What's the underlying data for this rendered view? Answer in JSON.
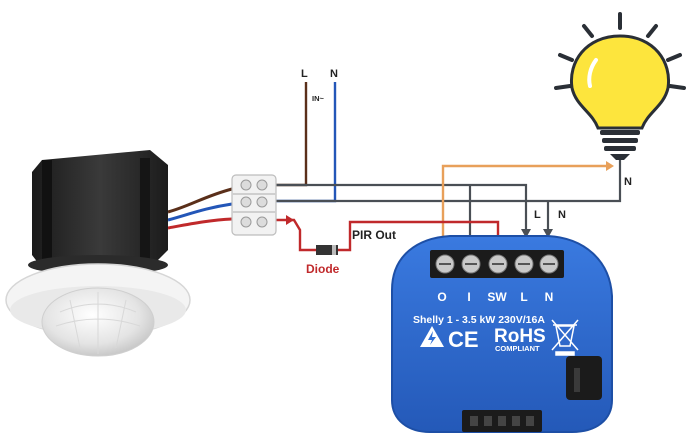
{
  "mains": {
    "l_label": "L",
    "n_label": "N",
    "supply_label": "IN~"
  },
  "lamp": {
    "n_label": "N"
  },
  "relay_feed": {
    "l_label": "L",
    "n_label": "N"
  },
  "pir": {
    "out_label": "PIR Out"
  },
  "diode": {
    "label": "Diode"
  },
  "shelly": {
    "terminals": [
      "O",
      "I",
      "SW",
      "L",
      "N"
    ],
    "rating": "Shelly 1 - 3.5 kW 230V/16A",
    "ce_mark": "CE",
    "rohs": "RoHS",
    "rohs_sub": "COMPLIANT"
  },
  "colors": {
    "live": "#5a2f1a",
    "neutral": "#2356b8",
    "pir_out": "#c0292b",
    "lamp_feed": "#e8a05a",
    "gray_wire": "#4a4f55",
    "device_blue": "#2f6fd6",
    "bulb_yellow": "#fde53d"
  }
}
